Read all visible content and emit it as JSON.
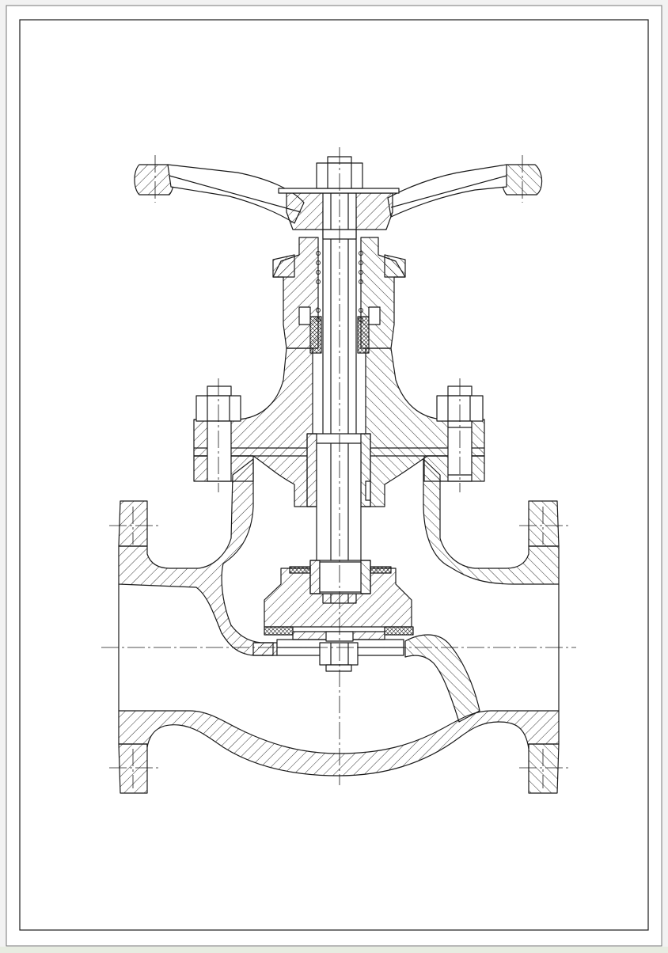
{
  "drawing": {
    "subject": "globe-valve-cross-section",
    "view": "sectional-elevation",
    "colors": {
      "paper": "#ffffff",
      "outer_background": "#f2f2f2",
      "line": "#1a1a1a",
      "bottom_strip": "#e7ece1"
    },
    "components": [
      "handwheel",
      "handwheel-nut",
      "handwheel-hub",
      "stem",
      "yoke",
      "gland-flange",
      "gland-packing",
      "bonnet",
      "bonnet-bolt-left",
      "bonnet-bolt-right",
      "valve-body",
      "inlet-flange",
      "outlet-flange",
      "disc",
      "disc-nut",
      "seat-rings",
      "centerlines"
    ]
  }
}
